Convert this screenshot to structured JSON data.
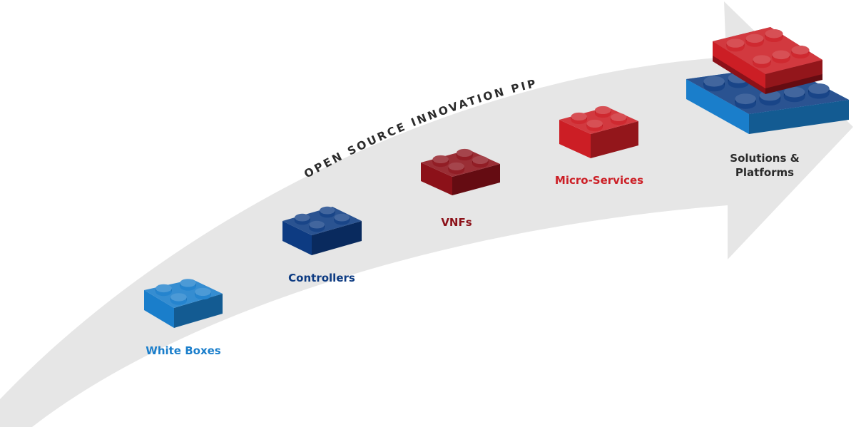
{
  "pipeline": {
    "title": "OPEN SOURCE INNOVATION PIPELINE",
    "arrow_color": "#e6e6e6",
    "title_color": "#2b2b2b"
  },
  "stages": [
    {
      "label": "White Boxes",
      "label_color": "#1a7ecb",
      "brick_color": "#1a7ecb",
      "icon": "blue-lego-brick-icon"
    },
    {
      "label": "Controllers",
      "label_color": "#0d3b82",
      "brick_color": "#0d3b82",
      "icon": "navy-lego-brick-icon"
    },
    {
      "label": "VNFs",
      "label_color": "#8c1119",
      "brick_color": "#8c1119",
      "icon": "dark-red-lego-brick-icon"
    },
    {
      "label": "Micro-Services",
      "label_color": "#cc1e25",
      "brick_color": "#cc1e25",
      "icon": "red-lego-brick-icon"
    },
    {
      "label": "Solutions &",
      "label_line2": "Platforms",
      "label_color": "#2b2b2b",
      "icon": "stacked-lego-bricks-icon",
      "stack_colors": [
        "#1a7ecb",
        "#0d3b82",
        "#8c1119",
        "#cc1e25"
      ]
    }
  ]
}
